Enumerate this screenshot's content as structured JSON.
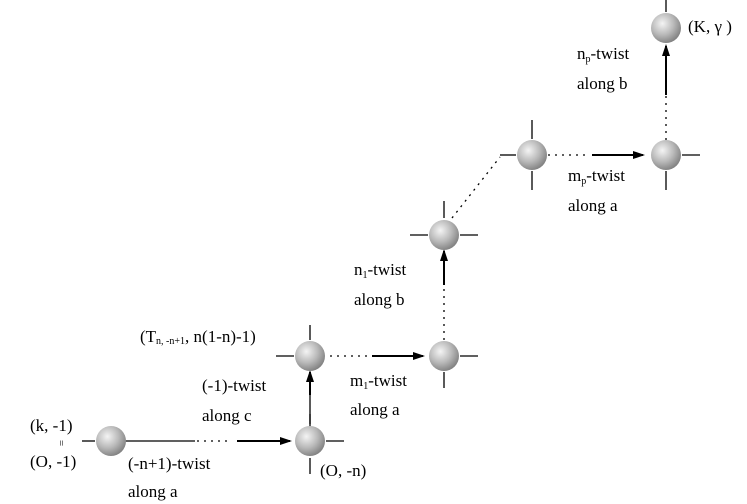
{
  "nodes": {
    "start": {
      "label_top": "(k, -1)",
      "equals": "=",
      "label_bottom": "(O, -1)"
    },
    "on": {
      "label": "(O, -n)"
    },
    "torus_knot": {
      "label_main": "(T",
      "label_sub": "n, -n+1",
      "label_rest": ", n(1-n)-1)"
    },
    "final": {
      "label": "(K, γ )"
    }
  },
  "twists": {
    "t0": {
      "line1": "(-n+1)-twist",
      "line2": "along a"
    },
    "t1": {
      "line1": "(-1)-twist",
      "line2": "along c"
    },
    "t2": {
      "line1_main": "m",
      "line1_sub": "1",
      "line1_rest": "-twist",
      "line2": "along a"
    },
    "t3": {
      "line1_main": "n",
      "line1_sub": "1",
      "line1_rest": "-twist",
      "line2": "along b"
    },
    "t4": {
      "line1_main": "m",
      "line1_sub": "p",
      "line1_rest": "-twist",
      "line2": "along a"
    },
    "t5": {
      "line1_main": "n",
      "line1_sub": "p",
      "line1_rest": "-twist",
      "line2": "along b"
    }
  },
  "colors": {
    "node_light": "#f4f4f4",
    "node_dark": "#7d7d7d",
    "line": "#000000"
  }
}
